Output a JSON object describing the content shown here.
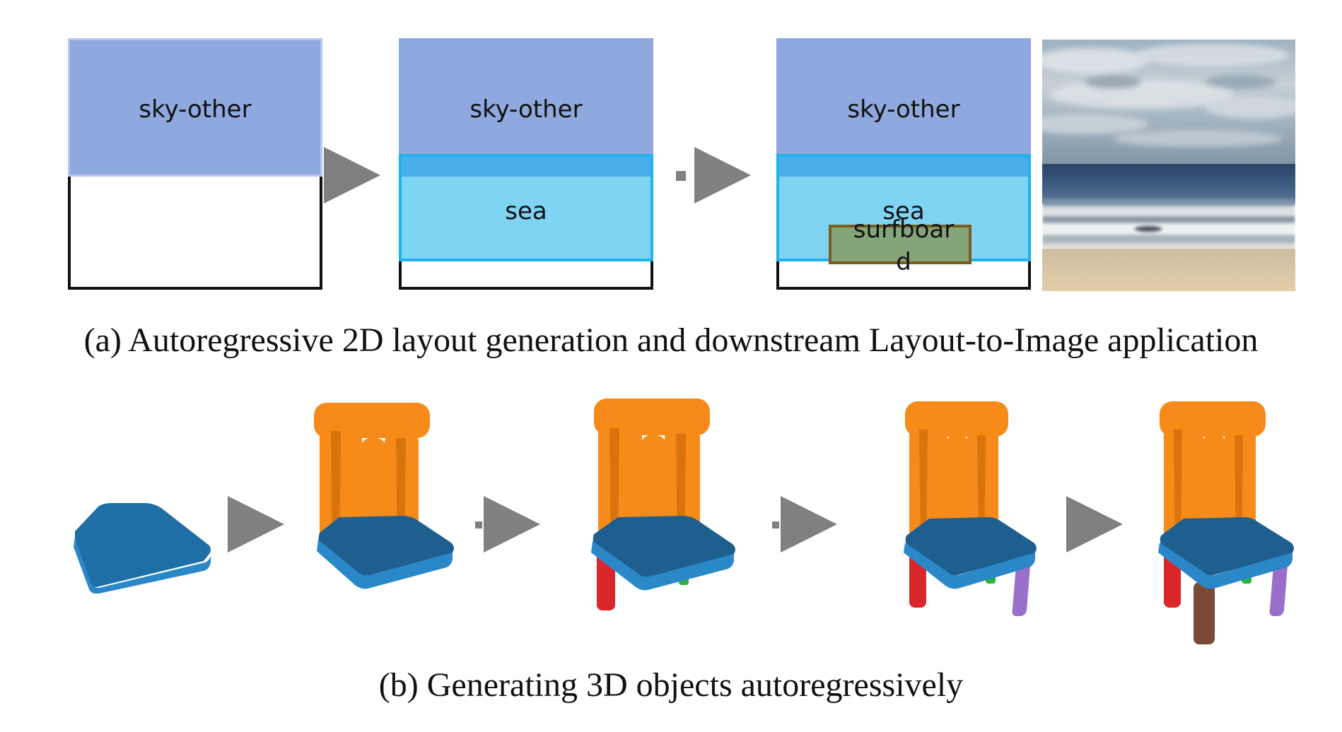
{
  "panel_a": {
    "stages": [
      {
        "sky_label": "sky-other"
      },
      {
        "sky_label": "sky-other",
        "sea_label": "sea"
      },
      {
        "sky_label": "sky-other",
        "sea_label": "sea",
        "object_label": "surfboar",
        "object_label_wrap": "d"
      }
    ],
    "caption": "(a) Autoregressive 2D layout generation and downstream Layout-to-Image application"
  },
  "panel_b": {
    "caption": "(b) Generating 3D objects autoregressively"
  },
  "colors": {
    "sky": "#8fa8dd",
    "sea_overlap": "#4aaee8",
    "sea": "#7fd4f4",
    "sea_border": "#1fb3ea",
    "surfboard": "#84a47a",
    "surfboard_border": "#7a5d1c",
    "arrow": "#808080",
    "seat": "#1e6fa6",
    "backrest": "#f68b1a",
    "leg_1": "#d8262b",
    "leg_2": "#9a6fc9",
    "leg_3": "#7a4a36",
    "foot": "#28b53a"
  }
}
